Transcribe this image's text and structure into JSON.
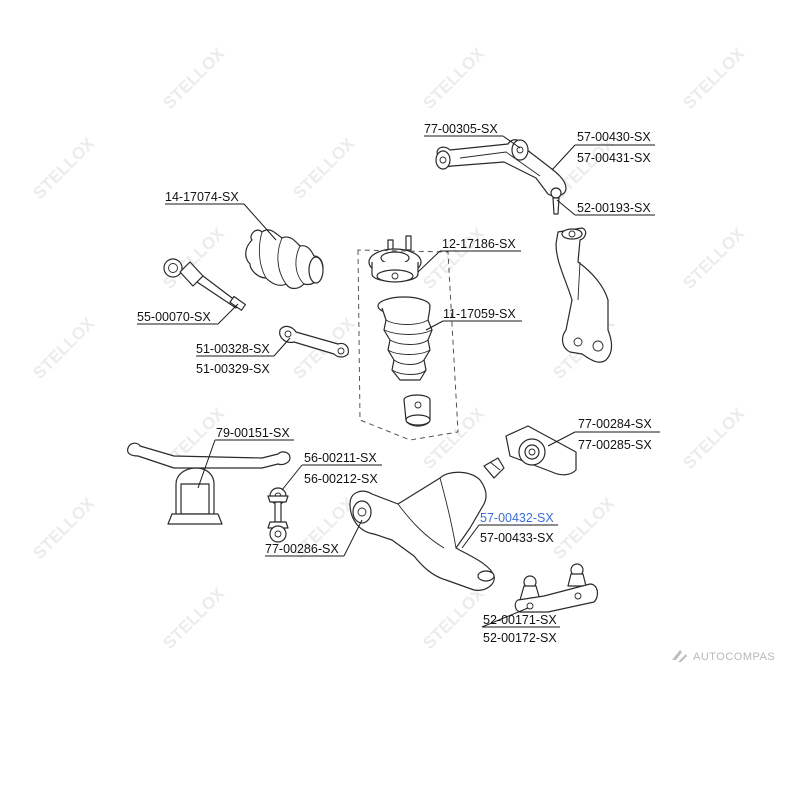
{
  "watermark": {
    "brand": "STELLOX",
    "site": "AUTOCOMPAS"
  },
  "labels": {
    "upper_arm_bushing": "77-00305-SX",
    "upper_arm_left": "57-00430-SX",
    "upper_arm_right": "57-00431-SX",
    "upper_ball_joint": "52-00193-SX",
    "boot": "14-17074-SX",
    "strut_mount": "12-17186-SX",
    "tie_rod": "55-00070-SX",
    "dust_cover": "11-17059-SX",
    "link_left": "51-00328-SX",
    "link_right": "51-00329-SX",
    "arm_bushing_left": "77-00284-SX",
    "arm_bushing_right": "77-00285-SX",
    "stab_bushing": "79-00151-SX",
    "stab_link_left": "56-00211-SX",
    "stab_link_right": "56-00212-SX",
    "lower_arm_left": "57-00432-SX",
    "lower_arm_right": "57-00433-SX",
    "lower_arm_bushing": "77-00286-SX",
    "lower_ball_left": "52-00171-SX",
    "lower_ball_right": "52-00172-SX"
  },
  "colors": {
    "part_fill": "#ffffff",
    "line": "#1a1a1a",
    "highlight_label": "#3a6fd8",
    "watermark": "#ececec"
  }
}
